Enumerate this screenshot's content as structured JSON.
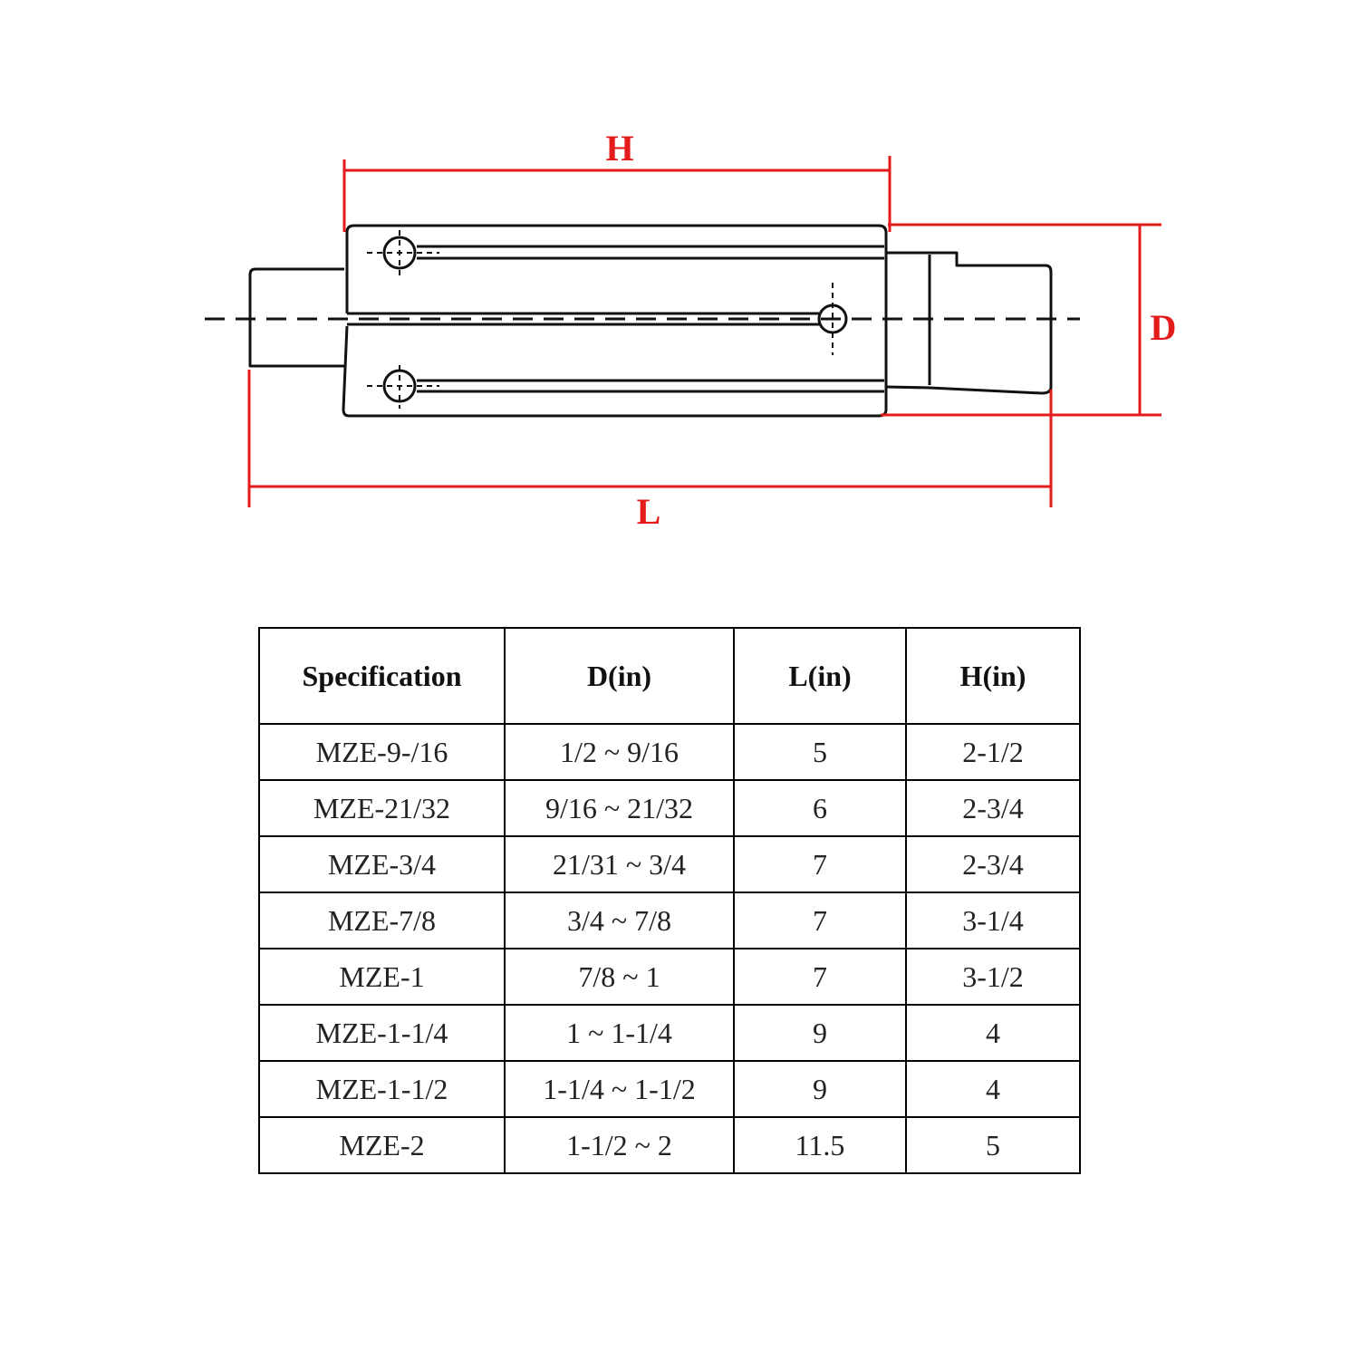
{
  "diagram": {
    "labels": {
      "h": "H",
      "d": "D",
      "l": "L"
    },
    "colors": {
      "dimension": "#e41b1b",
      "outline": "#111111"
    }
  },
  "table": {
    "headers": [
      "Specification",
      "D(in)",
      "L(in)",
      "H(in)"
    ],
    "rows": [
      [
        "MZE-9-/16",
        "1/2 ~ 9/16",
        "5",
        "2-1/2"
      ],
      [
        "MZE-21/32",
        "9/16 ~ 21/32",
        "6",
        "2-3/4"
      ],
      [
        "MZE-3/4",
        "21/31 ~ 3/4",
        "7",
        "2-3/4"
      ],
      [
        "MZE-7/8",
        "3/4 ~ 7/8",
        "7",
        "3-1/4"
      ],
      [
        "MZE-1",
        "7/8 ~ 1",
        "7",
        "3-1/2"
      ],
      [
        "MZE-1-1/4",
        "1 ~ 1-1/4",
        "9",
        "4"
      ],
      [
        "MZE-1-1/2",
        "1-1/4 ~ 1-1/2",
        "9",
        "4"
      ],
      [
        "MZE-2",
        "1-1/2 ~ 2",
        "11.5",
        "5"
      ]
    ]
  }
}
